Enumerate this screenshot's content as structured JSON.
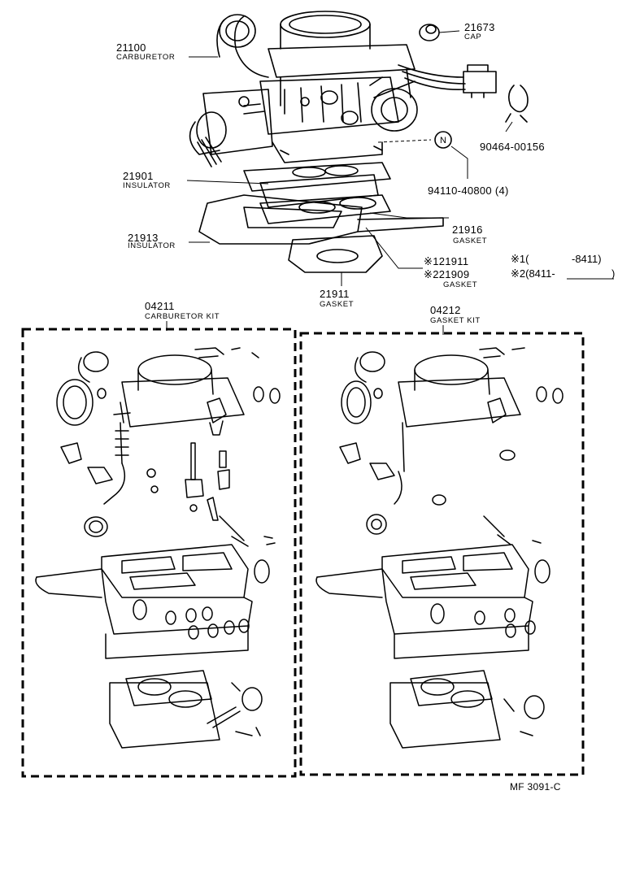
{
  "parts": [
    {
      "id": "p21100",
      "number": "21100",
      "name": "CARBURETOR"
    },
    {
      "id": "p21673",
      "number": "21673",
      "name": "CAP"
    },
    {
      "id": "p90464",
      "number": "90464-00156",
      "name": ""
    },
    {
      "id": "p94110",
      "number": "94110-40800 (4)",
      "name": ""
    },
    {
      "id": "p21901",
      "number": "21901",
      "name": "INSULATOR"
    },
    {
      "id": "p21913",
      "number": "21913",
      "name": "INSULATOR"
    },
    {
      "id": "p21916",
      "number": "21916",
      "name": "GASKET"
    },
    {
      "id": "p21911a",
      "number": "※121911",
      "name": ""
    },
    {
      "id": "p21909",
      "number": "※221909",
      "name": "GASKET"
    },
    {
      "id": "p21911",
      "number": "21911",
      "name": "GASKET"
    }
  ],
  "callout_marker": "N",
  "notes": [
    {
      "mark": "※1(",
      "range": "-8411)"
    },
    {
      "mark": "※2(8411-",
      "range": ")"
    }
  ],
  "kits": [
    {
      "number": "04211",
      "name": "CARBURETOR KIT"
    },
    {
      "number": "04212",
      "name": "GASKET KIT"
    }
  ],
  "figure_code": "MF  3091-C"
}
